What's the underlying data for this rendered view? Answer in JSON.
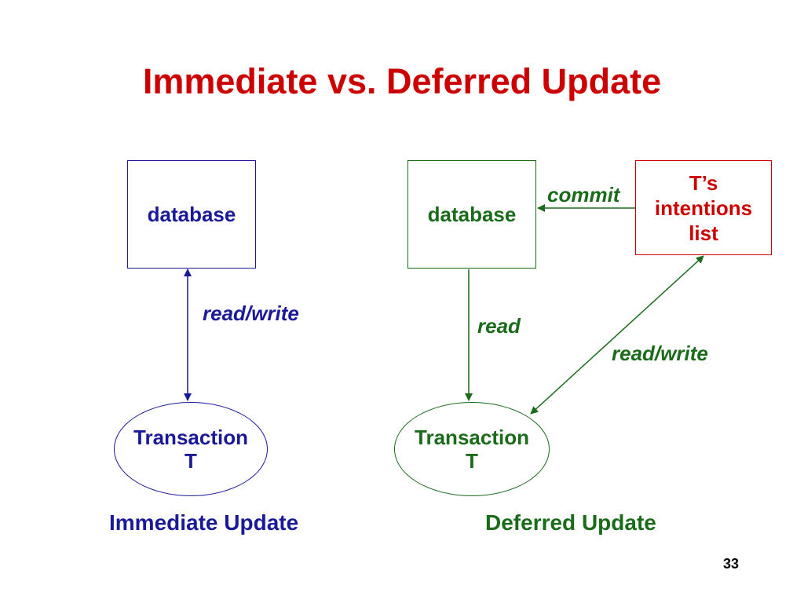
{
  "title": "Immediate vs. Deferred Update",
  "immediate": {
    "database": "database",
    "edge_label": "read/write",
    "transaction_line1": "Transaction",
    "transaction_line2": "T",
    "caption": "Immediate Update"
  },
  "deferred": {
    "database": "database",
    "intentions_line1": "T’s",
    "intentions_line2": "intentions",
    "intentions_line3": "list",
    "commit_label": "commit",
    "read_label": "read",
    "readwrite_label": "read/write",
    "transaction_line1": "Transaction",
    "transaction_line2": "T",
    "caption": "Deferred Update"
  },
  "page_number": "33",
  "colors": {
    "title": "#cc0000",
    "immediate": "#1a1a99",
    "deferred": "#1a6b1a",
    "intentions": "#cc0000"
  }
}
